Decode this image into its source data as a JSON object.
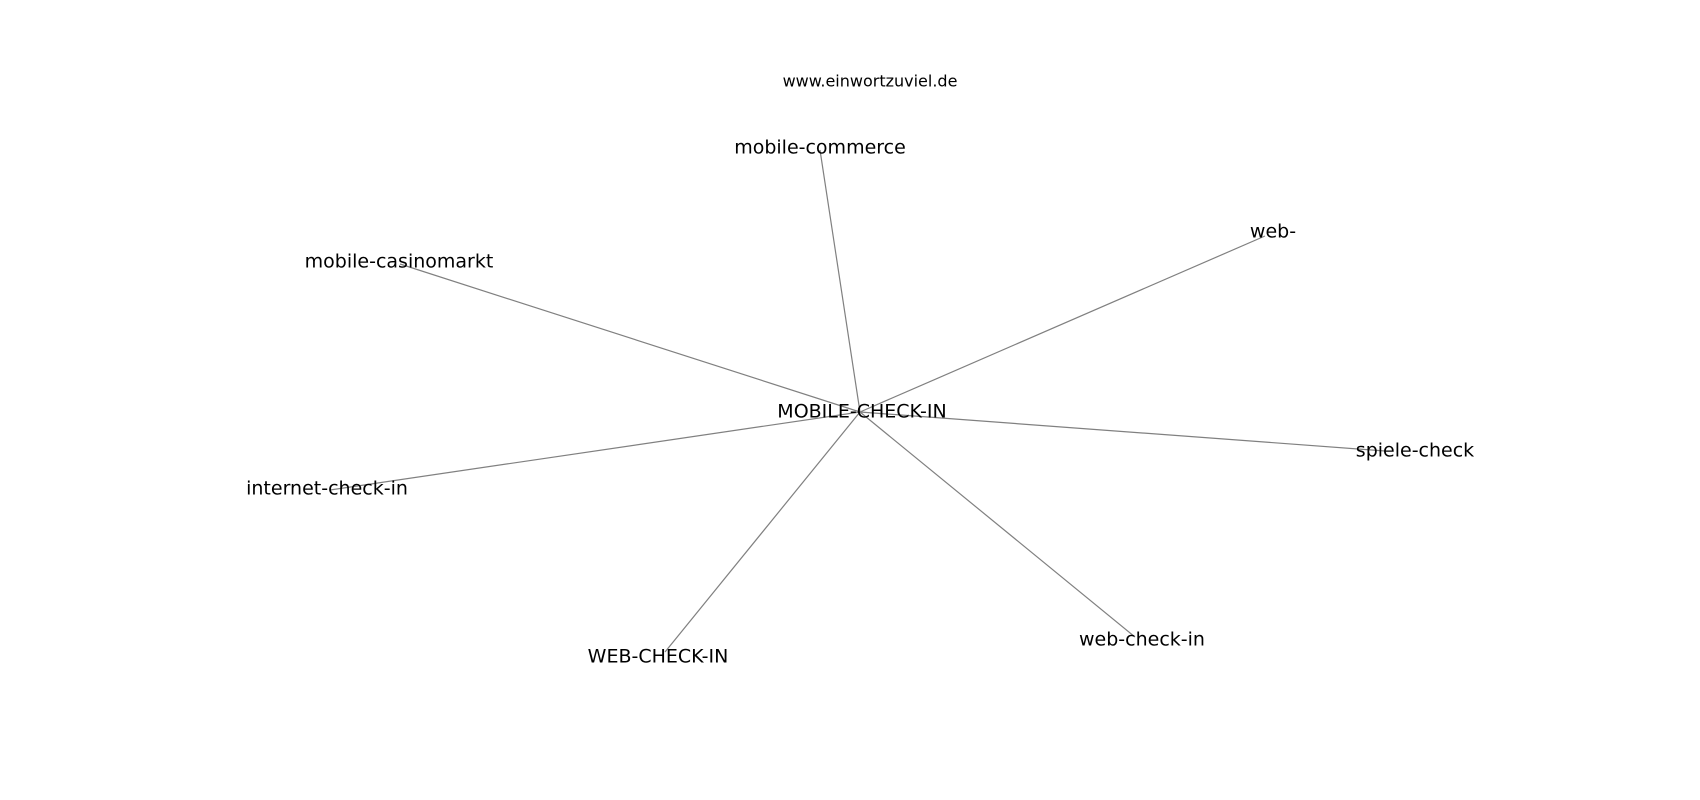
{
  "site": "www.einwortzuviel.de",
  "graph": {
    "center": {
      "id": "center",
      "label": "MOBILE-CHECK-IN"
    },
    "nodes": [
      {
        "id": "mobile-commerce",
        "label": "mobile-commerce"
      },
      {
        "id": "web",
        "label": "web-"
      },
      {
        "id": "mobile-casinomarkt",
        "label": "mobile-casinomarkt"
      },
      {
        "id": "spiele-check",
        "label": "spiele-check"
      },
      {
        "id": "internet-check-in",
        "label": "internet-check-in"
      },
      {
        "id": "web-check-in",
        "label": "web-check-in"
      },
      {
        "id": "WEB-CHECK-IN",
        "label": "WEB-CHECK-IN"
      }
    ],
    "edges": [
      {
        "from": "center",
        "to": "mobile-commerce"
      },
      {
        "from": "center",
        "to": "web"
      },
      {
        "from": "center",
        "to": "mobile-casinomarkt"
      },
      {
        "from": "center",
        "to": "spiele-check"
      },
      {
        "from": "center",
        "to": "internet-check-in"
      },
      {
        "from": "center",
        "to": "web-check-in"
      },
      {
        "from": "center",
        "to": "WEB-CHECK-IN"
      }
    ]
  }
}
